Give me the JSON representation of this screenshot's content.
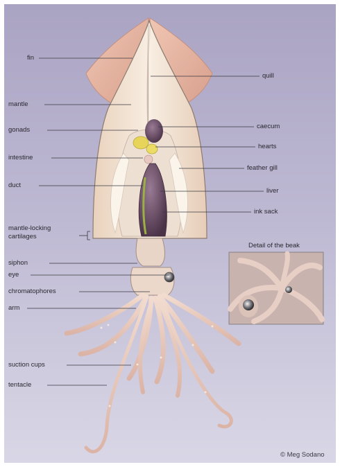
{
  "labels_left": {
    "fin": "fin",
    "mantle": "mantle",
    "gonads": "gonads",
    "intestine": "intestine",
    "duct": "duct",
    "mantle_locking": "mantle-locking",
    "cartilages": "cartilages",
    "siphon": "siphon",
    "eye": "eye",
    "chromatophores": "chromatophores",
    "arm": "arm",
    "suction_cups": "suction cups",
    "tentacle": "tentacle"
  },
  "labels_right": {
    "quill": "quill",
    "caecum": "caecum",
    "hearts": "hearts",
    "feather_gill": "feather gill",
    "liver": "liver",
    "ink_sack": "ink sack"
  },
  "detail_title": "Detail of the beak",
  "credit": "© Meg Sodano",
  "colors": {
    "background_top": "#aaa4c3",
    "background_bottom": "#d9d7e6",
    "mantle": "#f3e4d2",
    "fin": "#e6b7a4",
    "organ_purple": "#6b4d68",
    "hearts": "#e8d85a",
    "gill": "#f6efe5",
    "leader_line": "#3a3840"
  }
}
